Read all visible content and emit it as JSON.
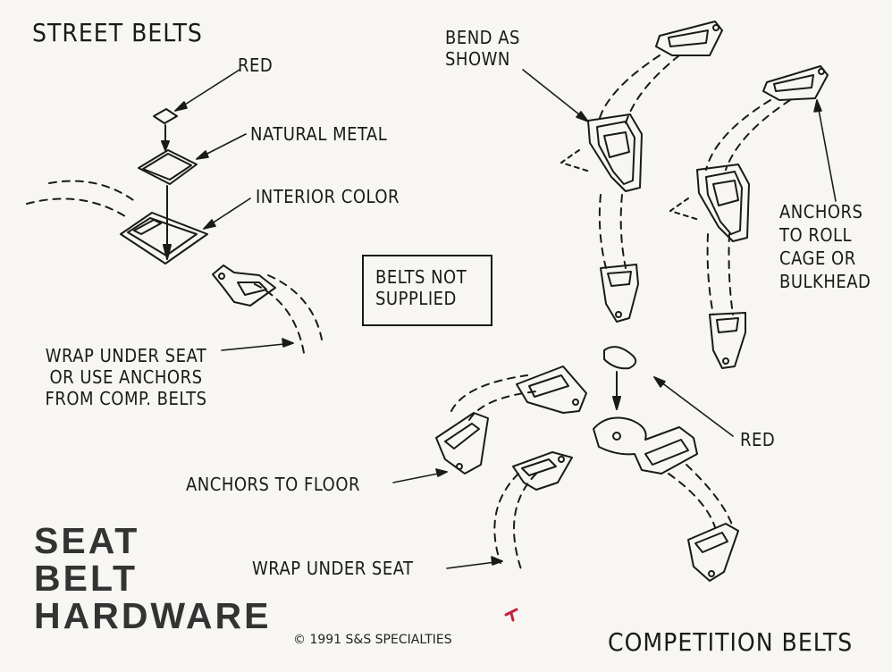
{
  "headings": {
    "street": "STREET BELTS",
    "competition": "COMPETITION BELTS"
  },
  "callouts": {
    "red_top": "RED",
    "natural_metal": "NATURAL METAL",
    "interior_color": "INTERIOR COLOR",
    "bend_as_shown": "BEND AS\nSHOWN",
    "belts_not_supplied": "BELTS NOT\nSUPPLIED",
    "anchors_roll_cage": "ANCHORS\nTO ROLL\nCAGE OR\nBULKHEAD",
    "wrap_under_seat_street": "WRAP UNDER SEAT\nOR USE ANCHORS\nFROM COMP. BELTS",
    "red_bottom": "RED",
    "anchors_to_floor": "ANCHORS TO FLOOR",
    "wrap_under_seat_comp": "WRAP UNDER SEAT"
  },
  "title": {
    "line1": "SEAT",
    "line2": "BELT",
    "line3": "HARDWARE"
  },
  "copyright": "© 1991 S&S SPECIALTIES",
  "colors": {
    "ink": "#1a1a1a",
    "paper": "#f7f6f2",
    "red_mark": "#c0243a"
  }
}
